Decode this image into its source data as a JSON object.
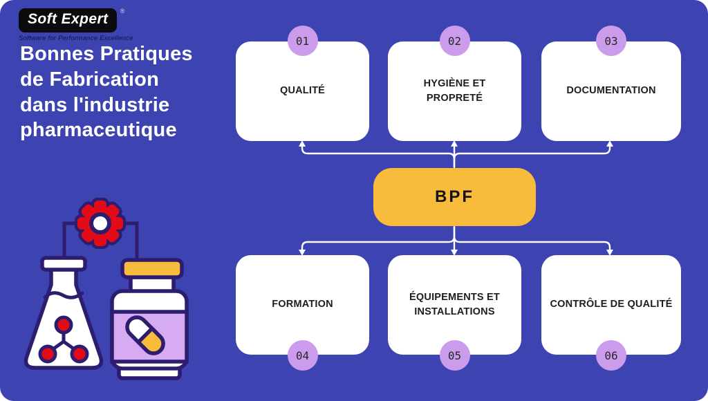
{
  "logo": {
    "name": "Soft Expert",
    "registered_mark": "®",
    "tagline": "Software for Performance Excellence"
  },
  "title": "Bonnes Pratiques\nde Fabrication\ndans l'industrie\npharmaceutique",
  "diagram": {
    "center": {
      "label": "BPF"
    },
    "nodes": [
      {
        "number": "01",
        "label": "QUALITÉ"
      },
      {
        "number": "02",
        "label": "HYGIÈNE ET PROPRETÉ"
      },
      {
        "number": "03",
        "label": "DOCUMENTATION"
      },
      {
        "number": "04",
        "label": "FORMATION"
      },
      {
        "number": "05",
        "label": "ÉQUIPEMENTS ET INSTALLATIONS"
      },
      {
        "number": "06",
        "label": "CONTRÔLE DE QUALITÉ"
      }
    ]
  },
  "colors": {
    "background": "#3d43b1",
    "card_white": "#ffffff",
    "bpf_yellow": "#f9bb3b",
    "badge_purple": "#cb9cec",
    "bottle_label_purple": "#d6abf2",
    "illustration_red": "#e30b17",
    "outline_navy": "#2d1d6e",
    "arrow_white": "#ffffff"
  },
  "icons": {
    "illustration": "gear-flask-pill-bottle"
  }
}
